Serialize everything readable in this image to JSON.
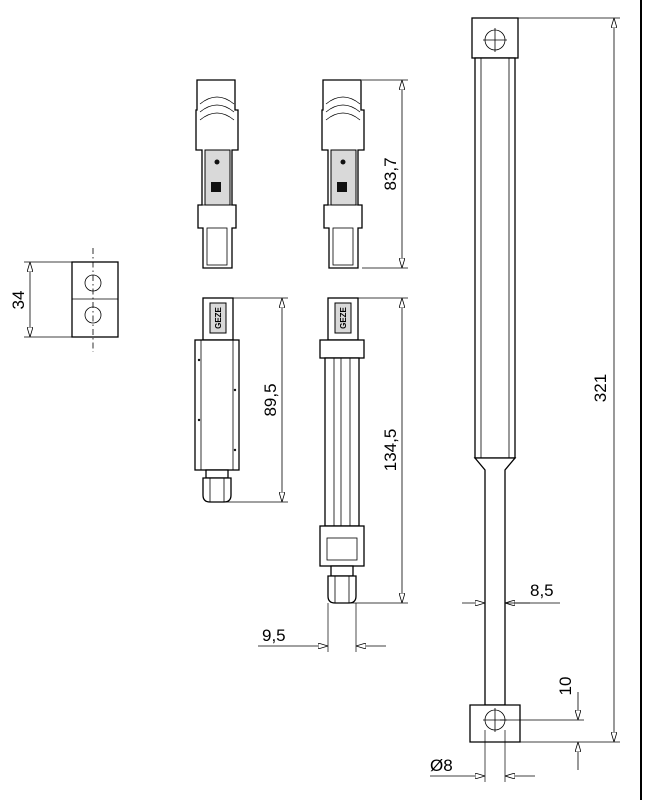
{
  "dimensions": {
    "block_height": "34",
    "latch_height": "83,7",
    "short_bolt_length": "89,5",
    "long_bolt_length": "134,5",
    "bolt_width": "9,5",
    "rod_width": "8,5",
    "rod_length": "321",
    "hole_offset": "10",
    "hole_diameter": "Ø8"
  },
  "labels": {
    "logo_text": "GEZE"
  }
}
